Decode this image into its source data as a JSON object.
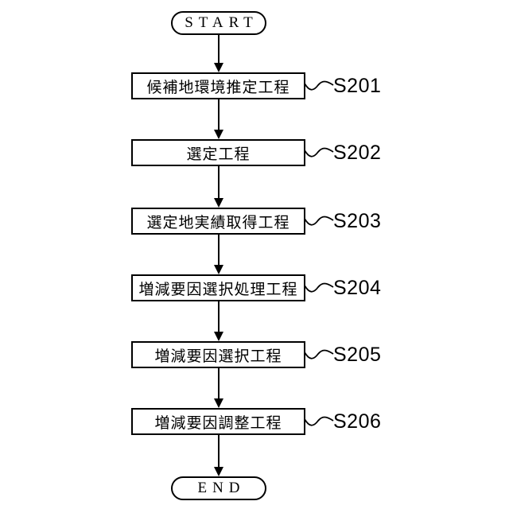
{
  "diagram": {
    "title_hint": "flowchart",
    "start_label": "START",
    "end_label": "END",
    "steps": [
      {
        "text": "候補地環境推定工程",
        "ref": "S201"
      },
      {
        "text": "選定工程",
        "ref": "S202"
      },
      {
        "text": "選定地実績取得工程",
        "ref": "S203"
      },
      {
        "text": "増減要因選択処理工程",
        "ref": "S204"
      },
      {
        "text": "増減要因選択工程",
        "ref": "S205"
      },
      {
        "text": "増減要因調整工程",
        "ref": "S206"
      }
    ],
    "colors": {
      "line": "#000000",
      "background": "#ffffff"
    }
  }
}
